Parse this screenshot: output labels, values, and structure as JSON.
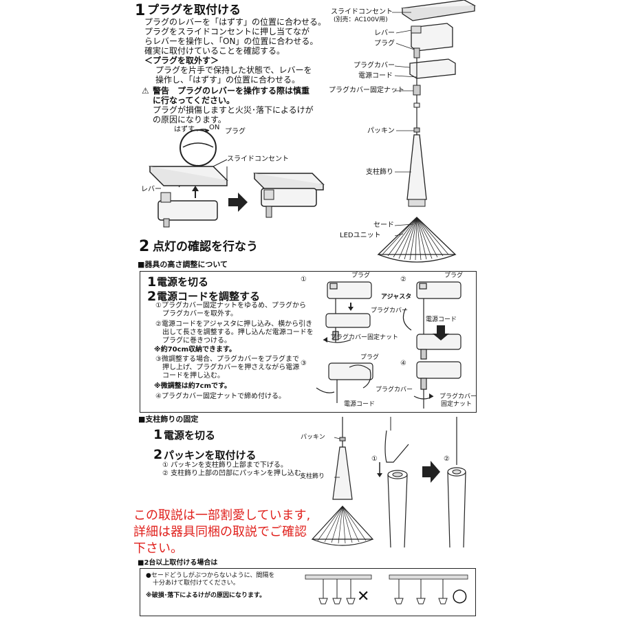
{
  "step1": {
    "number": "1",
    "title": "プラグを取付ける",
    "lines": [
      "プラグのレバーを「はずす」の位置に合わせる。",
      "プラグをスライドコンセントに押し当てなが",
      "らレバーを操作し、「ON」の位置に合わせる。",
      "確実に取付けていることを確認する。"
    ],
    "remove_heading": "＜プラグを取外す＞",
    "remove_lines": [
      "プラグを片手で保持した状態で、レバーを",
      "操作し、「はずす」の位置に合わせる。"
    ],
    "warning_icon": "⚠",
    "warning_title_1": "警告　プラグのレバーを操作する際は慎重",
    "warning_title_2": "に行なってください。",
    "warning_lines": [
      "プラグが損傷しますと火災･落下によるけが",
      "の原因になります。"
    ],
    "fig": {
      "hazusu": "はずす",
      "on": "ON",
      "plug": "プラグ",
      "slide_outlet": "スライドコンセント",
      "lever": "レバー"
    }
  },
  "parts": {
    "slide_outlet": "スライドコンセント",
    "slide_outlet_note": "(別売：AC100V用)",
    "lever": "レバー",
    "plug": "プラグ",
    "plug_cover": "プラグカバー",
    "power_cord": "電源コード",
    "cover_nut": "プラグカバー固定ナット",
    "packing": "パッキン",
    "column": "支柱飾り",
    "shade": "セード",
    "led_unit": "LEDユニット"
  },
  "step2": {
    "number": "2",
    "title": "点灯の確認を行なう"
  },
  "height": {
    "section": "■器具の高さ調整について",
    "s1_num": "1",
    "s1_title": "電源を切る",
    "s2_num": "2",
    "s2_title": "電源コードを調整する",
    "i1a": "①プラグカバー固定ナットをゆるめ、プラグから",
    "i1b": "プラグカバーを取外す。",
    "i2a": "②電源コードをアジャスタに押し込み、横から引き",
    "i2b": "出して長さを調整する。押し込んだ電源コードを",
    "i2c": "プラグに巻きつける。",
    "note1": "※約70cm収納できます。",
    "i3a": "③微調整する場合、プラグカバーをプラグまで",
    "i3b": "押し上げ、プラグカバーを押さえながら電源",
    "i3c": "コードを押し込む。",
    "note2": "※微調整は約7cmです。",
    "i4": "④プラグカバー固定ナットで締め付ける。",
    "fig": {
      "n1": "①",
      "n2": "②",
      "n3": "③",
      "n4": "④",
      "plug": "プラグ",
      "plug_cover": "プラグカバー",
      "nut": "プラグカバー固定ナット",
      "adjuster": "アジャスタ",
      "cord": "電源コード",
      "nut2a": "プラグカバー",
      "nut2b": "固定ナット"
    }
  },
  "column": {
    "section": "■支柱飾りの固定",
    "s1_num": "1",
    "s1_title": "電源を切る",
    "s2_num": "2",
    "s2_title": "パッキンを取付ける",
    "i1": "① パッキンを支柱飾り上部まで下げる。",
    "i2": "② 支柱飾り上部の凹部にパッキンを押し込む。",
    "packing": "パッキン",
    "column_label": "支柱飾り",
    "n1": "①",
    "n2": "②"
  },
  "notice": {
    "line1": "この取説は一部割愛しています,",
    "line2": "詳細は器具同梱の取説でご確認",
    "line3": "下さい。"
  },
  "multi": {
    "section": "■2台以上取付ける場合は",
    "text1": "●セードどうしがぶつからないように、間隔を",
    "text2": "十分あけて取付けてください。",
    "warn": "※破損･落下によるけがの原因になります。",
    "ng": "✕",
    "ok": "○"
  },
  "colors": {
    "notice": "#e0201c",
    "line": "#222222"
  }
}
